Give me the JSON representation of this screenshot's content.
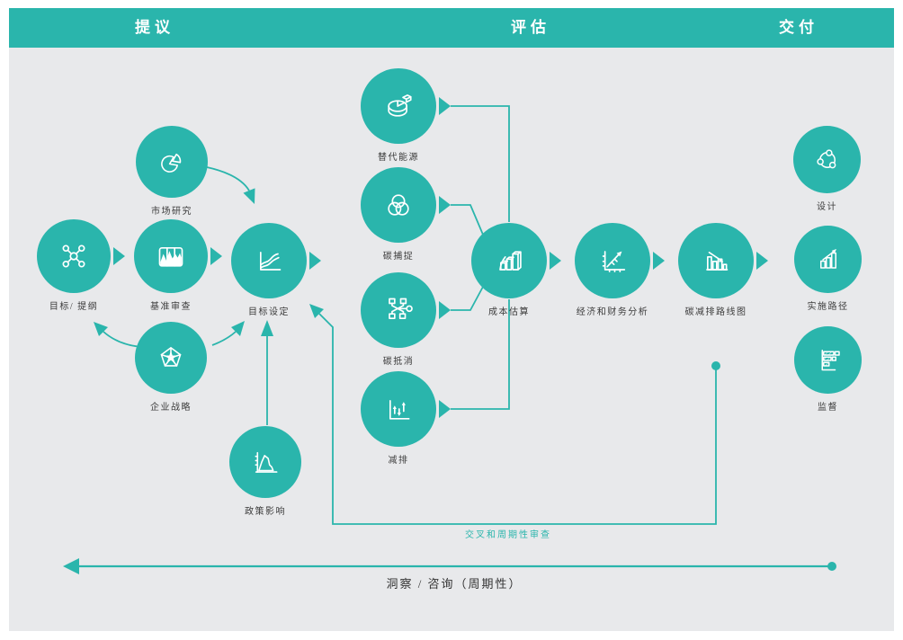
{
  "header": {
    "phases": [
      {
        "label": "提议"
      },
      {
        "label": "评估"
      },
      {
        "label": "交付"
      }
    ]
  },
  "nodes": {
    "market_research": {
      "label": "市场研究",
      "icon": "pie-chart-icon"
    },
    "goals_outline": {
      "label": "目标/ 提纲",
      "icon": "network-icon"
    },
    "baseline_review": {
      "label": "基准审查",
      "icon": "waveform-panel-icon"
    },
    "target_setting": {
      "label": "目标设定",
      "icon": "trend-lines-icon"
    },
    "corporate_strategy": {
      "label": "企业战略",
      "icon": "pentagon-radar-icon"
    },
    "policy_impact": {
      "label": "政策影响",
      "icon": "area-chart-icon"
    },
    "alternative_energy": {
      "label": "替代能源",
      "icon": "pie-3d-icon"
    },
    "carbon_capture": {
      "label": "碳捕捉",
      "icon": "venn-icon"
    },
    "carbon_offset": {
      "label": "碳抵消",
      "icon": "org-tree-icon"
    },
    "emission_reduction": {
      "label": "减排",
      "icon": "updown-arrows-chart-icon"
    },
    "cost_estimation": {
      "label": "成本估算",
      "icon": "bar-chart-3d-icon"
    },
    "economic_financial_analysis": {
      "label": "经济和财务分析",
      "icon": "scatter-trend-icon"
    },
    "carbon_reduction_roadmap": {
      "label": "碳减排路线图",
      "icon": "declining-bars-icon"
    },
    "design": {
      "label": "设计",
      "icon": "cycle-nodes-icon"
    },
    "implementation_path": {
      "label": "实施路径",
      "icon": "rising-bars-arrow-icon"
    },
    "supervision": {
      "label": "监督",
      "icon": "hatched-hbars-icon"
    }
  },
  "annotations": {
    "cross_periodic_review": "交叉和周期性审查",
    "insight_consultation": "洞察 / 咨询（周期性）"
  },
  "colors": {
    "teal": "#2AB5AC",
    "background": "#E8E9EB",
    "label_text": "#3B3B3B"
  }
}
